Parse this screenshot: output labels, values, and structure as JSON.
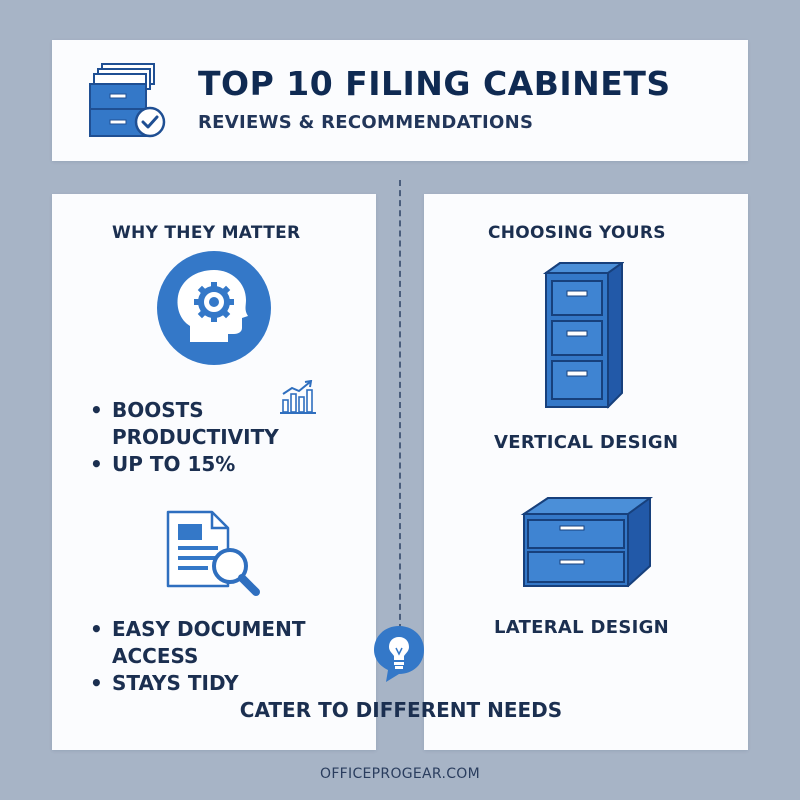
{
  "header": {
    "title": "TOP 10 FILING CABINETS",
    "subtitle": "REVIEWS & RECOMMENDATIONS",
    "icon": "filing-cabinet-check-icon"
  },
  "left_column": {
    "heading": "WHY THEY MATTER",
    "icon_top": "brain-gear-icon",
    "icon_chart": "bar-chart-icon",
    "bullets_1": [
      "BOOSTS PRODUCTIVITY",
      "UP TO 15%"
    ],
    "icon_document": "document-search-icon",
    "bullets_2": [
      "EASY DOCUMENT ACCESS",
      "STAYS TIDY"
    ]
  },
  "right_column": {
    "heading": "CHOOSING YOURS",
    "vertical": {
      "icon": "vertical-cabinet-icon",
      "label": "VERTICAL DESIGN"
    },
    "lateral": {
      "icon": "lateral-cabinet-icon",
      "label": "LATERAL DESIGN"
    }
  },
  "center": {
    "icon": "lightbulb-icon",
    "note": "CATER TO DIFFERENT NEEDS"
  },
  "footer": {
    "url": "OFFICEPROGEAR.COM"
  },
  "colors": {
    "background": "#a7b4c6",
    "accent_blue": "#3478c8",
    "navy": "#0f2a52",
    "panel": "#fbfcfe"
  }
}
